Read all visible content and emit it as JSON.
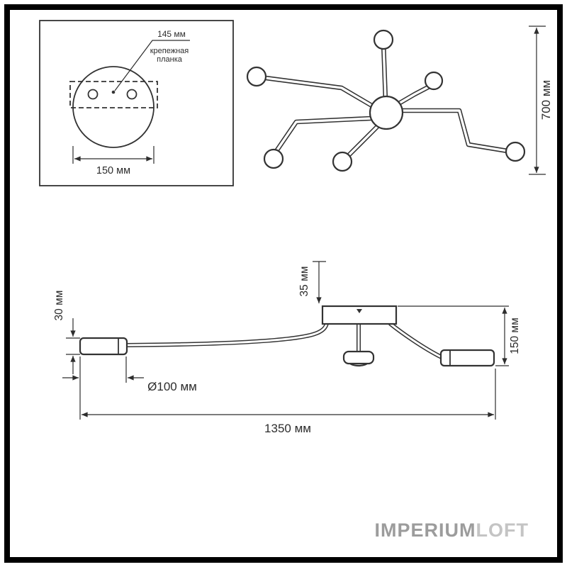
{
  "detail_box": {
    "dim_145": "145 мм",
    "plate_line1": "крепежная",
    "plate_line2": "планка",
    "dim_150": "150 мм"
  },
  "top_view": {
    "dim_700": "700 мм"
  },
  "side_view": {
    "dim_35": "35 мм",
    "dim_30": "30 мм",
    "dim_d100": "Ø100 мм",
    "dim_150": "150 мм",
    "dim_1350": "1350 мм"
  },
  "branding": {
    "logo_part1": "IMPERIUM",
    "logo_part2": "LOFT"
  },
  "colors": {
    "line": "#333333",
    "dimension": "#2d2d2d",
    "frame": "#000000",
    "background": "#ffffff",
    "logo_primary": "#9c9c9c",
    "logo_secondary": "#c4c4c4"
  }
}
